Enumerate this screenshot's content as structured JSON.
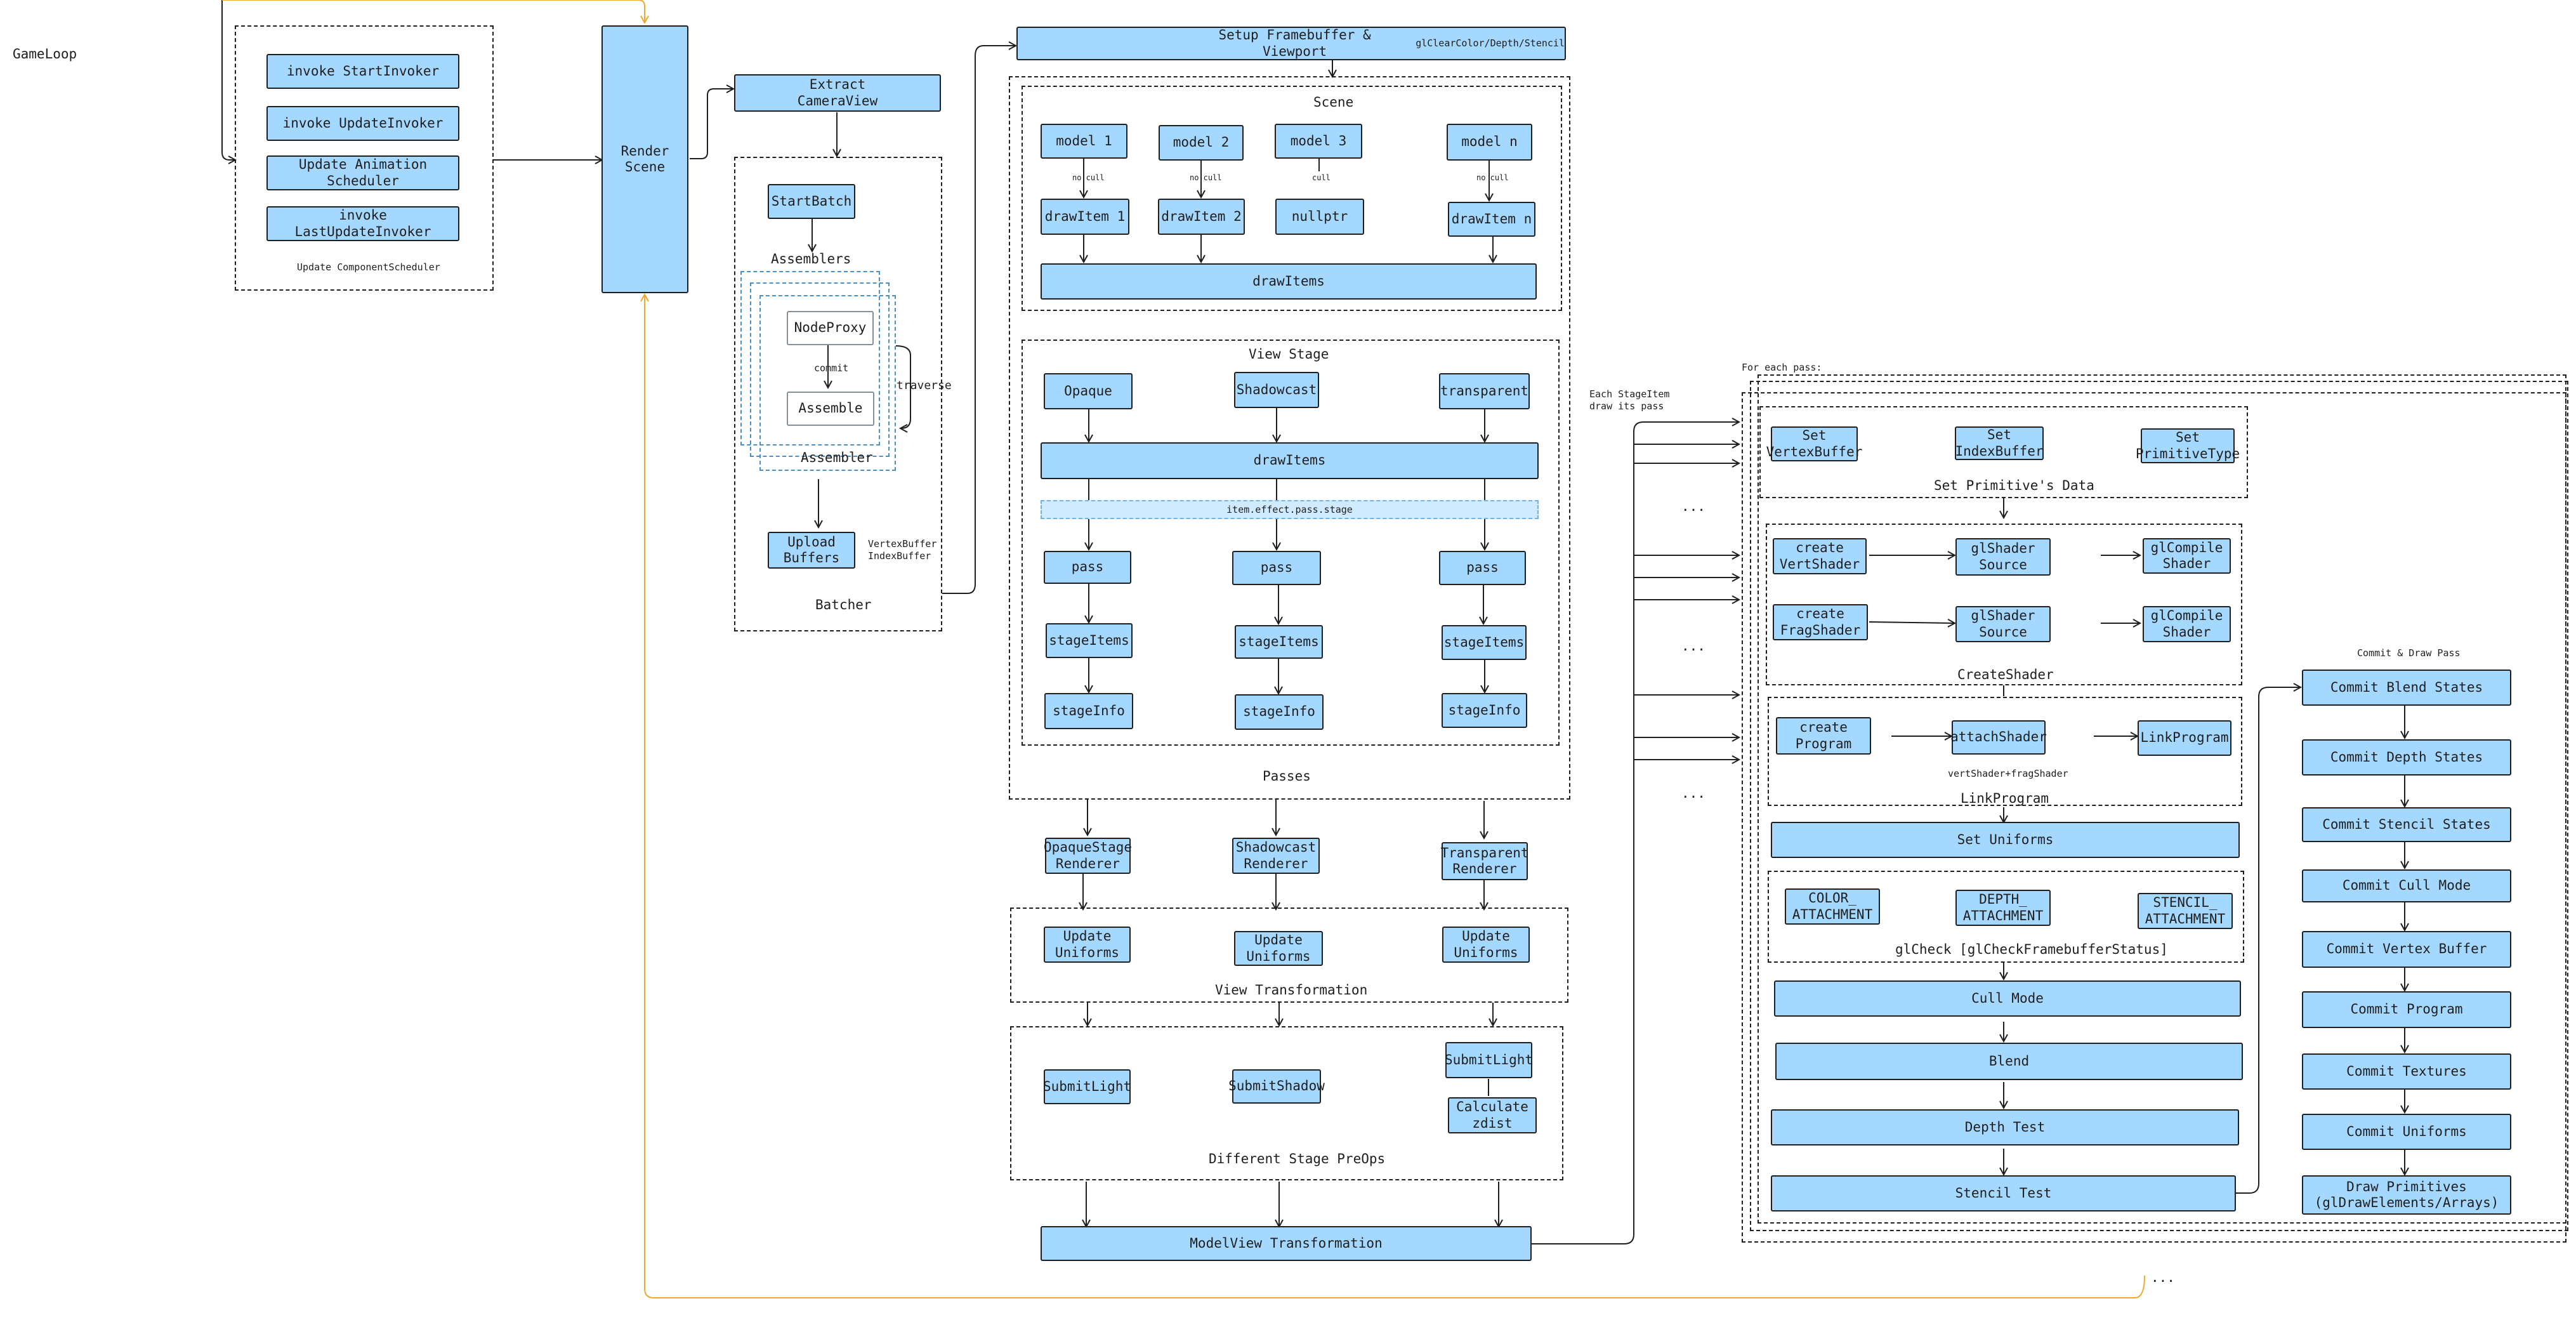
{
  "title": "GameLoop",
  "component_scheduler": {
    "items": [
      "invoke StartInvoker",
      "invoke UpdateInvoker",
      "Update Animation Scheduler",
      "invoke LastUpdateInvoker"
    ],
    "label": "Update ComponentScheduler"
  },
  "render_scene": "Render\nScene",
  "extract_camera_view": "Extract\nCameraView",
  "batcher": {
    "start_batch": "StartBatch",
    "assemblers_label": "Assemblers",
    "node_proxy": "NodeProxy",
    "commit": "commit",
    "assemble": "Assemble",
    "assembler_label": "Assembler",
    "traverse": "traverse",
    "upload_buffers": "Upload\nBuffers",
    "buffers_note": "VertexBuffer\nIndexBuffer",
    "label": "Batcher"
  },
  "setup_framebuffer": {
    "label": "Setup Framebuffer & Viewport",
    "note": "glClearColor/Depth/Stencil"
  },
  "scene": {
    "title": "Scene",
    "models": [
      "model 1",
      "model 2",
      "model 3",
      "model n"
    ],
    "ellipsis": "...",
    "no_cull": "no cull",
    "cull": "cull",
    "draw_items": [
      "drawItem 1",
      "drawItem 2",
      "nullptr",
      "drawItem n"
    ],
    "draw_items_bar": "drawItems"
  },
  "view_stage": {
    "title": "View Stage",
    "stages": [
      "Opaque",
      "Shadowcast",
      "transparent"
    ],
    "draw_items_bar": "drawItems",
    "filter": "item.effect.pass.stage",
    "pass": "pass",
    "stage_items": "stageItems",
    "stage_info": "stageInfo"
  },
  "passes_label": "Passes",
  "renderers": [
    "OpaqueStage\nRenderer",
    "Shadowcast\nRenderer",
    "Transparent\nRenderer"
  ],
  "view_transformation": {
    "update_uniforms": "Update\nUniforms",
    "label": "View Transformation"
  },
  "pre_ops": {
    "submit_light": "SubmitLight",
    "submit_shadow": "SubmitShadow",
    "calculate_zdist": "Calculate\nzdist",
    "label": "Different Stage PreOps"
  },
  "modelview_transformation": "ModelView Transformation",
  "each_stage_item_note": "Each StageItem\ndraw its pass",
  "ellipsis": "...",
  "for_each_pass": "For each pass:",
  "primitive_data": {
    "items": [
      "Set\nVertexBuffer",
      "Set\nIndexBuffer",
      "Set\nPrimitiveType"
    ],
    "label": "Set Primitive's Data"
  },
  "create_shader": {
    "vert": "create\nVertShader",
    "frag": "create\nFragShader",
    "source": "glShader\nSource",
    "compile": "glCompile\nShader",
    "label": "CreateShader"
  },
  "link_program": {
    "create_program": "create\nProgram",
    "attach_shader": "attachShader",
    "link": "LinkProgram",
    "note": "vertShader+fragShader",
    "label": "LinkProgram"
  },
  "set_uniforms": "Set Uniforms",
  "gl_check": {
    "attachments": [
      "COLOR_\nATTACHMENT",
      "DEPTH_\nATTACHMENT",
      "STENCIL_\nATTACHMENT"
    ],
    "label": "glCheck [glCheckFramebufferStatus]"
  },
  "pipeline_states": [
    "Cull Mode",
    "Blend",
    "Depth Test",
    "Stencil Test"
  ],
  "commit_draw_pass": {
    "title": "Commit & Draw Pass",
    "steps": [
      "Commit Blend States",
      "Commit Depth States",
      "Commit Stencil States",
      "Commit Cull Mode",
      "Commit Vertex Buffer",
      "Commit Program",
      "Commit Textures",
      "Commit Uniforms",
      "Draw Primitives\n(glDrawElements/Arrays)"
    ]
  },
  "colors": {
    "node_fill": "#a5d8ff",
    "stroke": "#1e1e1e",
    "loop_arrow": "#f0a92f",
    "group_blue": "#4a90c2"
  },
  "icons": {
    "arrow": "arrowhead-icon"
  }
}
